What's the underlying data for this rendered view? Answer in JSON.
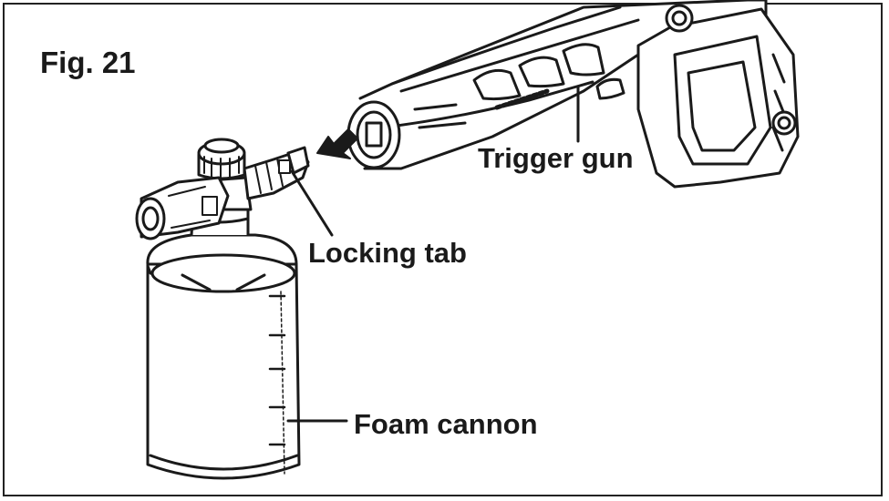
{
  "figure": {
    "title": "Fig. 21",
    "labels": {
      "trigger_gun": "Trigger gun",
      "locking_tab": "Locking tab",
      "foam_cannon": "Foam cannon"
    }
  },
  "colors": {
    "ink": "#1a1a1a",
    "paper": "#ffffff",
    "shade": "#e8e8e8"
  }
}
